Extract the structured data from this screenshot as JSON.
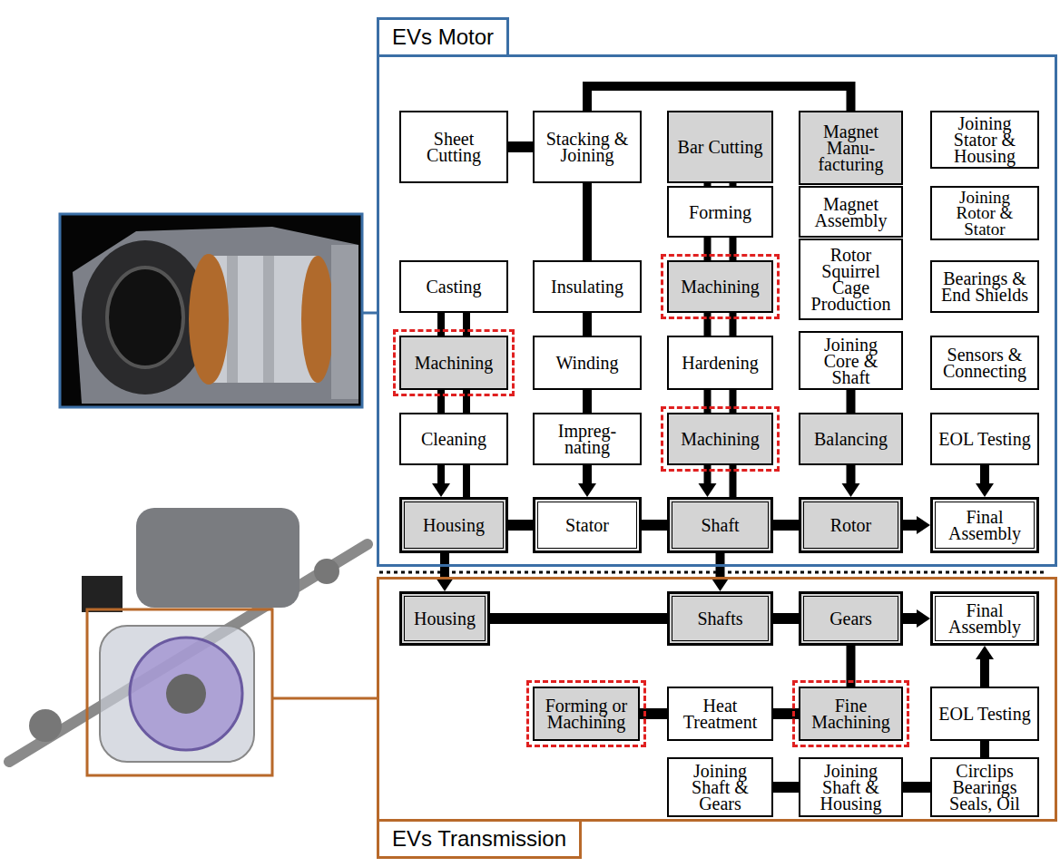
{
  "diagram": {
    "nodes": [
      {
        "text": [
          "EVs Motor"
        ]
      },
      {
        "text": [
          "Sheet Cutting"
        ],
        "in": 0
      },
      {
        "text": [
          "Stacking & Joining"
        ],
        "in": 0
      },
      {
        "text": [
          "Bar Cutting"
        ],
        "in": 0
      },
      {
        "text": [
          "Magnet Manu- facturing"
        ],
        "in": 0
      },
      {
        "text": [
          "Joining Stator & Housing"
        ],
        "in": 0
      },
      {
        "text": [
          "Forming"
        ],
        "in": 0
      },
      {
        "text": [
          "Magnet Assembly"
        ],
        "in": 0
      },
      {
        "text": [
          "Joining Rotor & Stator"
        ],
        "in": 0
      },
      {
        "text": [
          "Casting"
        ],
        "in": 0
      },
      {
        "text": [
          "Insulating"
        ],
        "in": 0
      },
      {
        "text": [
          "Machining"
        ],
        "in": 0
      },
      {
        "text": [
          "Rotor Squirrel Cage Production"
        ],
        "in": 0
      },
      {
        "text": [
          "Bearings & End Shields"
        ],
        "in": 0
      },
      {
        "text": [
          "Machining"
        ],
        "in": 0
      },
      {
        "text": [
          "Winding"
        ],
        "in": 0
      },
      {
        "text": [
          "Hardening"
        ],
        "in": 0
      },
      {
        "text": [
          "Joining Core & Shaft"
        ],
        "in": 0
      },
      {
        "text": [
          "Sensors & Connecting"
        ],
        "in": 0
      },
      {
        "text": [
          "Cleaning"
        ],
        "in": 0
      },
      {
        "text": [
          "Impreg- nating"
        ],
        "in": 0
      },
      {
        "text": [
          "Machining"
        ],
        "in": 0
      },
      {
        "text": [
          "Balancing"
        ],
        "in": 0
      },
      {
        "text": [
          "EOL Testing"
        ],
        "in": 0
      },
      {
        "text": [
          "Housing"
        ],
        "in": 0
      },
      {
        "text": [
          "Stator"
        ],
        "in": 0
      },
      {
        "text": [
          "Shaft"
        ],
        "in": 0
      },
      {
        "text": [
          "Rotor"
        ],
        "in": 0
      },
      {
        "text": [
          "Final Assembly"
        ],
        "in": 0
      },
      {
        "text": [
          "EVs Transmission"
        ]
      },
      {
        "text": [
          "Housing"
        ],
        "in": 29
      },
      {
        "text": [
          "Shafts"
        ],
        "in": 29
      },
      {
        "text": [
          "Gears"
        ],
        "in": 29
      },
      {
        "text": [
          "Final Assembly"
        ],
        "in": 29
      },
      {
        "text": [
          "Forming or Machining"
        ],
        "in": 29
      },
      {
        "text": [
          "Heat Treatment"
        ],
        "in": 29
      },
      {
        "text": [
          "Fine Machining"
        ],
        "in": 29
      },
      {
        "text": [
          "EOL Testing"
        ],
        "in": 29
      },
      {
        "text": [
          "Joining Shaft & Gears"
        ],
        "in": 29
      },
      {
        "text": [
          "Joining Shaft & Housing"
        ],
        "in": 29
      },
      {
        "text": [
          "Circlips Bearings Seals, Oil"
        ],
        "in": 29
      }
    ],
    "edges": [
      {
        "from": 1,
        "to": 2,
        "arrow": "none"
      },
      {
        "from": 2,
        "to": 4,
        "arrow": "none"
      },
      {
        "from": 2,
        "to": 10,
        "arrow": "none"
      },
      {
        "from": 10,
        "to": 15,
        "arrow": "none"
      },
      {
        "from": 15,
        "to": 20,
        "arrow": "none"
      },
      {
        "from": 20,
        "to": 25,
        "arrow": "to"
      },
      {
        "from": 9,
        "to": 14,
        "arrow": "none"
      },
      {
        "from": 14,
        "to": 19,
        "arrow": "none"
      },
      {
        "from": 19,
        "to": 24,
        "arrow": "to"
      },
      {
        "from": 3,
        "to": 6,
        "arrow": "none"
      },
      {
        "from": 6,
        "to": 11,
        "arrow": "none"
      },
      {
        "from": 11,
        "to": 16,
        "arrow": "none"
      },
      {
        "from": 16,
        "to": 21,
        "arrow": "none"
      },
      {
        "from": 21,
        "to": 26,
        "arrow": "to"
      },
      {
        "from": 17,
        "to": 22,
        "arrow": "none"
      },
      {
        "from": 22,
        "to": 27,
        "arrow": "to"
      },
      {
        "from": 23,
        "to": 28,
        "arrow": "to"
      },
      {
        "from": 24,
        "to": 25,
        "arrow": "none"
      },
      {
        "from": 25,
        "to": 26,
        "arrow": "none"
      },
      {
        "from": 26,
        "to": 27,
        "arrow": "none"
      },
      {
        "from": 27,
        "to": 28,
        "arrow": "to"
      },
      {
        "from": 24,
        "to": 30,
        "arrow": "to"
      },
      {
        "from": 26,
        "to": 31,
        "arrow": "to"
      },
      {
        "from": 30,
        "to": 31,
        "arrow": "none"
      },
      {
        "from": 31,
        "to": 32,
        "arrow": "none"
      },
      {
        "from": 32,
        "to": 33,
        "arrow": "to"
      },
      {
        "from": 34,
        "to": 35,
        "arrow": "none"
      },
      {
        "from": 35,
        "to": 36,
        "arrow": "none"
      },
      {
        "from": 36,
        "to": 32,
        "arrow": "none"
      },
      {
        "from": 37,
        "to": 33,
        "arrow": "to"
      },
      {
        "from": 38,
        "to": 39,
        "arrow": "none"
      },
      {
        "from": 39,
        "to": 40,
        "arrow": "none"
      },
      {
        "from": 40,
        "to": 37,
        "arrow": "none"
      }
    ]
  }
}
